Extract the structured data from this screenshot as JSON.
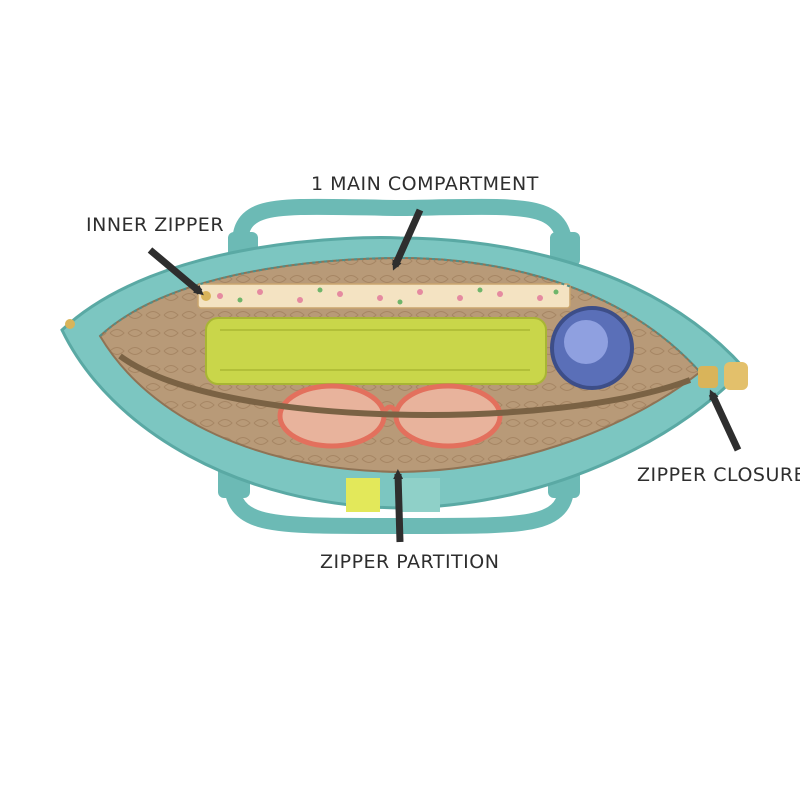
{
  "image": {
    "background": "#ffffff",
    "subject": "bag-open-top-view"
  },
  "callouts": {
    "main_compartment": "1 MAIN COMPARTMENT",
    "inner_zipper": "INNER ZIPPER",
    "zipper_closure": "ZIPPER CLOSURE",
    "zipper_partition": "ZIPPER PARTITION"
  },
  "colors": {
    "bag_body": "#7cc6c1",
    "bag_body_dark": "#5aa9a4",
    "lining": "#b89a78",
    "lining_dark": "#8f7355",
    "pouch": "#c9d64a",
    "accent_stripe": "#e3e85a",
    "hardware": "#d9b45a",
    "arrow": "#2e2e2e",
    "text": "#2e2e2e"
  },
  "icons": [
    "arrow-icon",
    "zipper-pull-icon"
  ]
}
